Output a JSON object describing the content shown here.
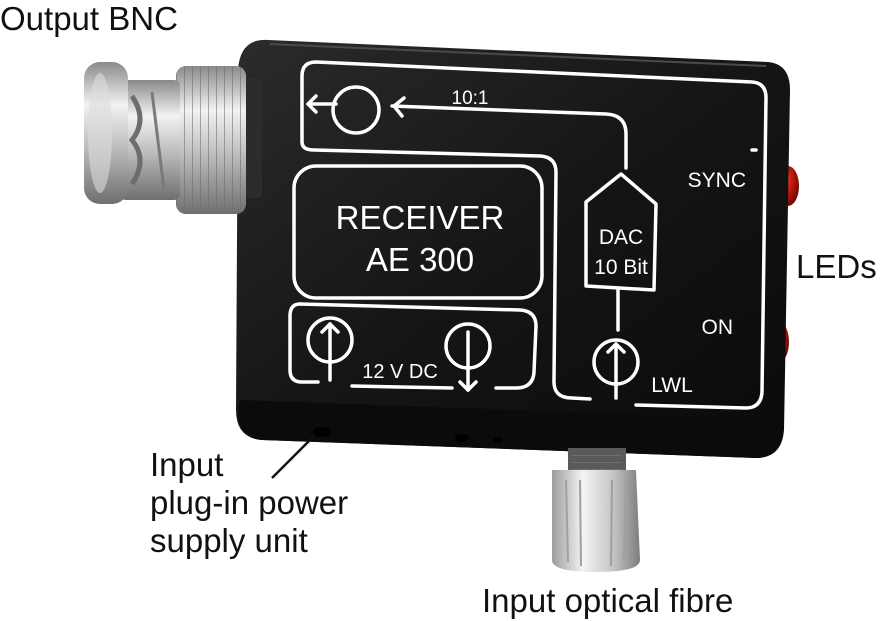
{
  "callouts": {
    "output_bnc": "Output BNC",
    "leds": "LEDs",
    "power_input_line1": "Input",
    "power_input_line2": "plug-in power",
    "power_input_line3": "supply unit",
    "fibre_input": "Input optical fibre"
  },
  "device": {
    "ratio": "10:1",
    "receiver_line1": "RECEIVER",
    "receiver_line2": "AE 300",
    "dac_line1": "DAC",
    "dac_line2": "10 Bit",
    "sync_label": "SYNC",
    "on_label": "ON",
    "lwl_label": "LWL",
    "power_label": "12 V DC"
  },
  "colors": {
    "housing": "#161616",
    "print": "#ffffff",
    "led": "#c8190f",
    "metal": "#b9b9b9"
  }
}
